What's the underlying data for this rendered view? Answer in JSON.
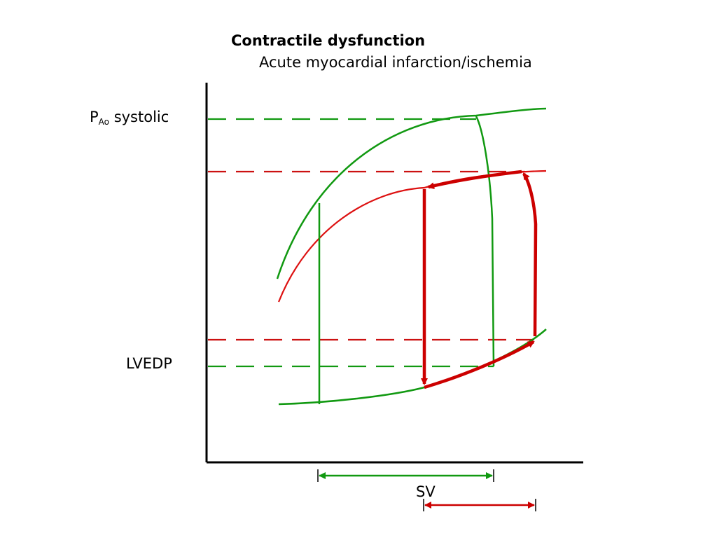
{
  "title": "Contractile dysfunction",
  "subtitle": "Acute myocardial infarction/ischemia",
  "y_labels": {
    "pao_main": "P",
    "pao_sub": "Ao",
    "pao_suffix": " systolic",
    "lvedp": "LVEDP"
  },
  "sv_label": "SV",
  "colors": {
    "normal": "#119911",
    "dysfunction": "#dd1111",
    "dysfunction_loop": "#cc0000",
    "axis": "#000000"
  }
}
